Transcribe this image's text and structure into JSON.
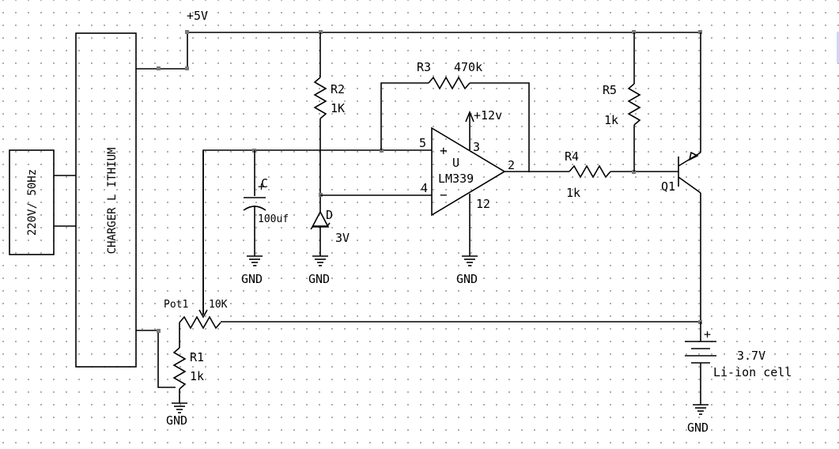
{
  "labels": {
    "vcc": "+5V",
    "source": "220V/ 50Hz",
    "charger": "CHARGER L ITHIUM",
    "r2_name": "R2",
    "r2_val": "1K",
    "r3_name": "R3",
    "r3_val": "470k",
    "r4_name": "R4",
    "r4_val": "1k",
    "r5_name": "R5",
    "r5_val": "1k",
    "r1_name": "R1",
    "r1_val": "1k",
    "c_name": "C",
    "c_val": "100uf",
    "d_name": "D",
    "d_val": "3V",
    "u_name": "U",
    "u_part": "LM339",
    "plus": "+",
    "minus": "−",
    "pin3": "3",
    "pin2": "2",
    "pin4": "4",
    "pin5": "5",
    "pin12": "12",
    "v12": "+12v",
    "q1": "Q1",
    "pot_name": "Pot1",
    "pot_val": "10K",
    "batt_val": "3.7V",
    "batt_name": "Li-ion cell",
    "batt_plus": "+",
    "gnd_c": "GND",
    "gnd_d": "GND",
    "gnd_u": "GND",
    "gnd_r1": "GND",
    "gnd_batt": "GND"
  }
}
